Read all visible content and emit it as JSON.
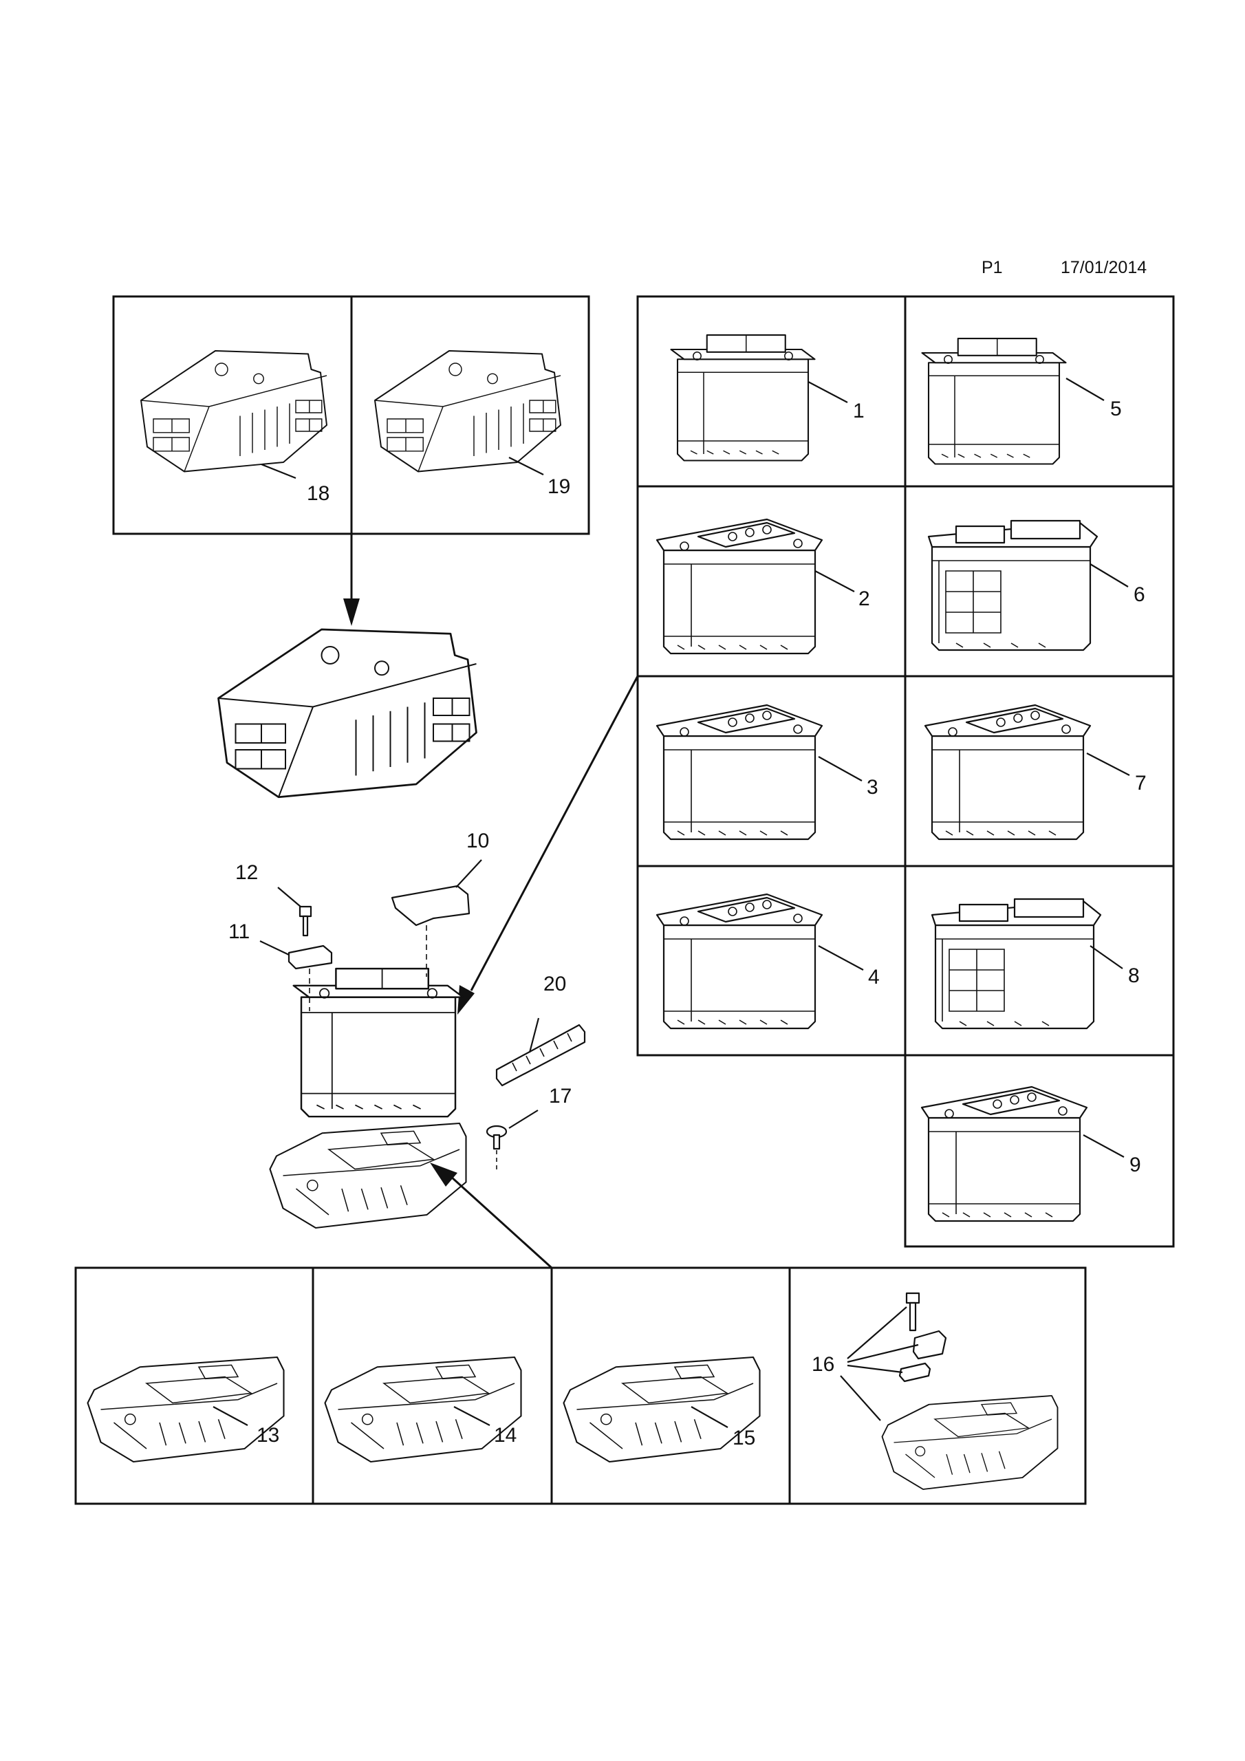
{
  "header": {
    "page": "P1",
    "date": "17/01/2014"
  },
  "callouts": {
    "c1": "1",
    "c2": "2",
    "c3": "3",
    "c4": "4",
    "c5": "5",
    "c6": "6",
    "c7": "7",
    "c8": "8",
    "c9": "9",
    "c10": "10",
    "c11": "11",
    "c12": "12",
    "c13": "13",
    "c14": "14",
    "c15": "15",
    "c16": "16",
    "c17": "17",
    "c18": "18",
    "c19": "19",
    "c20": "20"
  }
}
